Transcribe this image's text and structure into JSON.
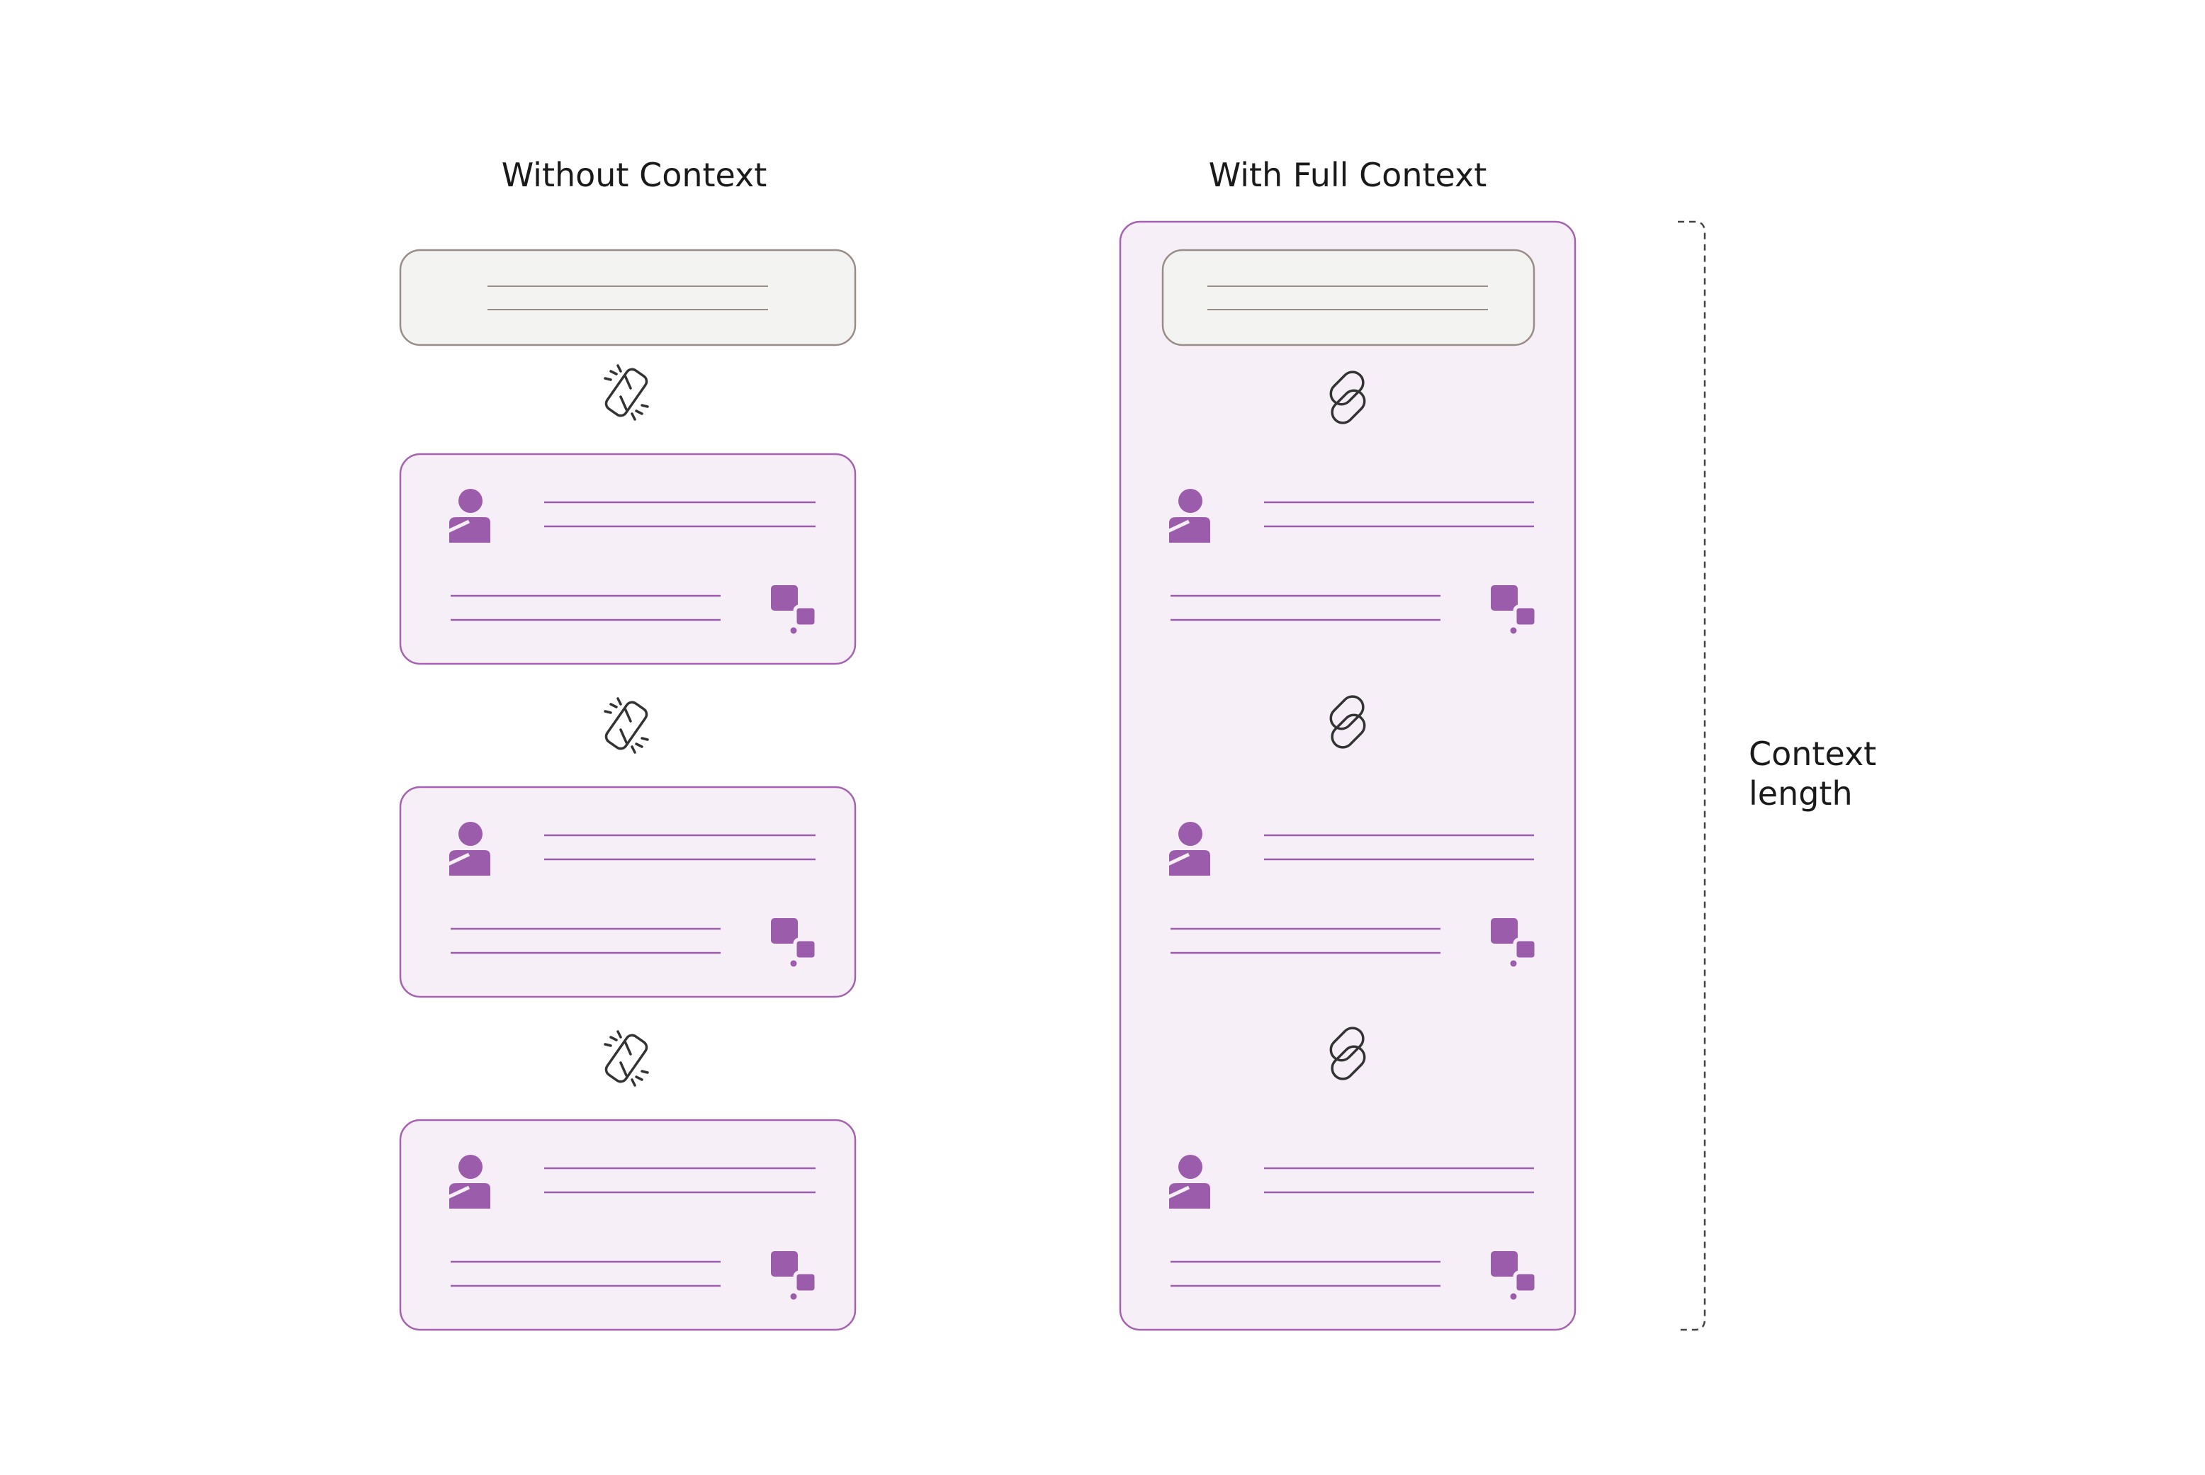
{
  "columns": [
    {
      "id": "without",
      "title": "Without Context",
      "links": [
        "broken-link-icon",
        "broken-link-icon",
        "broken-link-icon"
      ],
      "message_cards": 3
    },
    {
      "id": "with",
      "title": "With Full Context",
      "links": [
        "link-icon",
        "link-icon",
        "link-icon"
      ],
      "message_cards": 3
    }
  ],
  "bracket_label": [
    "Context",
    "length"
  ],
  "colors": {
    "accent": "#9b5cab",
    "card_fill": "#f6eff7",
    "card_border": "#a562b0",
    "system_fill": "#f3f3f2",
    "system_border": "#9a8d87",
    "link_stroke": "#333333",
    "bracket_stroke": "#444444"
  },
  "icons": {
    "user": "user-icon",
    "chat": "chat-bubbles-icon",
    "broken_link": "broken-link-icon",
    "link": "link-icon"
  }
}
